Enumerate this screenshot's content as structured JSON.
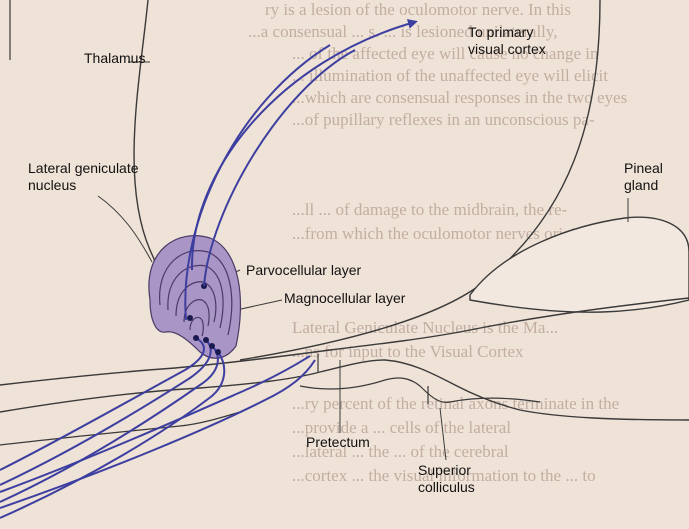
{
  "diagram": {
    "labels": {
      "thalamus": "Thalamus",
      "to_visual_cortex": [
        "To primary",
        "visual cortex"
      ],
      "lgn": [
        "Lateral geniculate",
        "nucleus"
      ],
      "pineal": [
        "Pineal",
        "gland"
      ],
      "parvocellular": "Parvocellular layer",
      "magnocellular": "Magnocellular layer",
      "pretectum": "Pretectum",
      "superior_colliculus": [
        "Superior",
        "colliculus"
      ]
    },
    "colors": {
      "background": "#efe2d7",
      "outline": "#3a3a3a",
      "nucleus_fill": "#a995c6",
      "nucleus_stroke": "#4a3a66",
      "fiber": "#3d3fa0"
    }
  },
  "background_text": [
    "ry is a lesion of the oculomotor nerve. In this",
    "...a consensual ... s. ... is lesioned unilaterally,",
    "... of the affected eye will cause no change in",
    "... illumination of the unaffected eye will elicit",
    "...which are consensual responses in the two eyes",
    "...of pupillary reflexes in an unconscious pa-",
    "...ll ... of damage to the midbrain, the re-",
    "...from which the oculomotor nerves originate.",
    "Lateral Geniculate Nucleus is the Ma...",
    "...ns for input to the Visual Cortex",
    "...ry percent of the retinal axons terminate in the",
    "...provide a ... cells of the lateral",
    "...lateral ... the ... of the cerebral",
    "...cortex ... the visual information to the ... to"
  ]
}
